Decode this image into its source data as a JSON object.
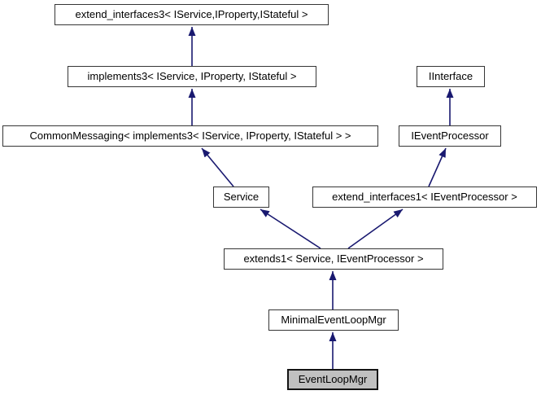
{
  "diagram": {
    "kind": "class-inheritance-graph",
    "background_color": "#ffffff",
    "node_fill_color": "#ffffff",
    "node_border_color": "#363636",
    "highlight_node_fill_color": "#c0c0c0",
    "arrow_color": "#191970",
    "nodes": [
      {
        "id": "extend_interfaces3",
        "label": "extend_interfaces3< IService,IProperty,IStateful >",
        "highlighted": false
      },
      {
        "id": "implements3",
        "label": "implements3< IService, IProperty, IStateful >",
        "highlighted": false
      },
      {
        "id": "CommonMessaging",
        "label": "CommonMessaging< implements3< IService, IProperty, IStateful > >",
        "highlighted": false
      },
      {
        "id": "IInterface",
        "label": "IInterface",
        "highlighted": false
      },
      {
        "id": "IEventProcessor",
        "label": "IEventProcessor",
        "highlighted": false
      },
      {
        "id": "Service",
        "label": "Service",
        "highlighted": false
      },
      {
        "id": "extend_interfaces1",
        "label": "extend_interfaces1< IEventProcessor >",
        "highlighted": false
      },
      {
        "id": "extends1",
        "label": "extends1< Service, IEventProcessor >",
        "highlighted": false
      },
      {
        "id": "MinimalEventLoopMgr",
        "label": "MinimalEventLoopMgr",
        "highlighted": false
      },
      {
        "id": "EventLoopMgr",
        "label": "EventLoopMgr",
        "highlighted": true
      }
    ],
    "edges": [
      {
        "from": "implements3",
        "to": "extend_interfaces3"
      },
      {
        "from": "CommonMessaging",
        "to": "implements3"
      },
      {
        "from": "IEventProcessor",
        "to": "IInterface"
      },
      {
        "from": "Service",
        "to": "CommonMessaging"
      },
      {
        "from": "extend_interfaces1",
        "to": "IEventProcessor"
      },
      {
        "from": "extends1",
        "to": "Service"
      },
      {
        "from": "extends1",
        "to": "extend_interfaces1"
      },
      {
        "from": "MinimalEventLoopMgr",
        "to": "extends1"
      },
      {
        "from": "EventLoopMgr",
        "to": "MinimalEventLoopMgr"
      }
    ]
  }
}
